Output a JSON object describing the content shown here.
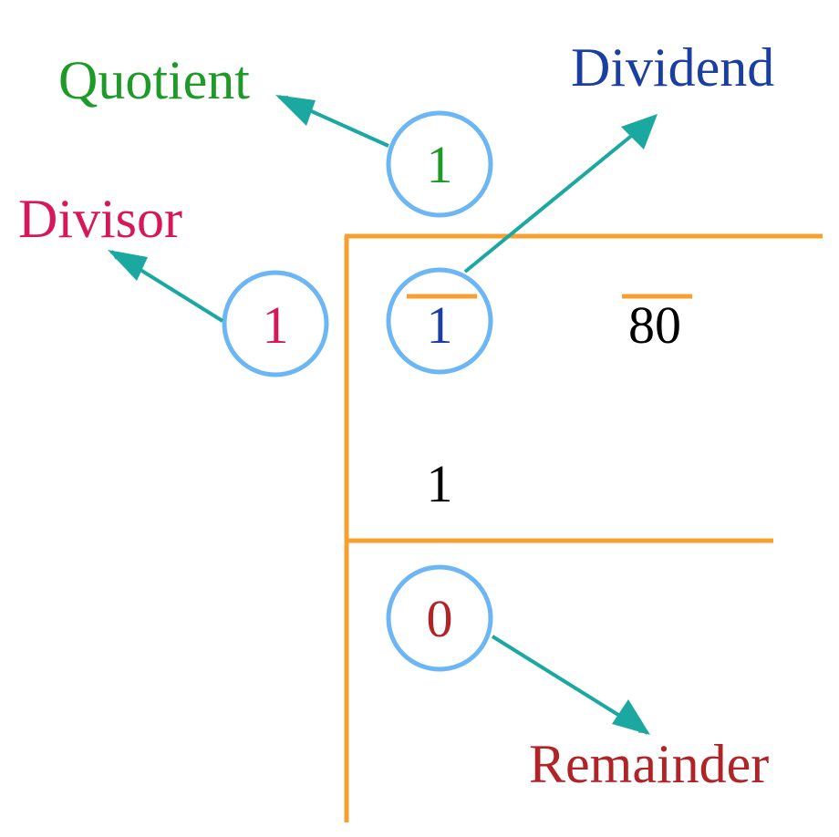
{
  "labels": {
    "quotient": "Quotient",
    "dividend": "Dividend",
    "divisor": "Divisor",
    "remainder": "Remainder"
  },
  "numbers": {
    "quotient_digit": "1",
    "divisor_digit": "1",
    "dividend_first_group": "1",
    "dividend_second_group": "80",
    "subtracted": "1",
    "remainder": "0"
  },
  "colors": {
    "quotient": "#1e9a28",
    "dividend": "#1a3fa0",
    "divisor": "#d6185a",
    "remainder": "#b02428",
    "number": "#000000",
    "circle": "#6cb6f5",
    "arrow": "#1ba8a0",
    "bracket": "#f7a030"
  }
}
